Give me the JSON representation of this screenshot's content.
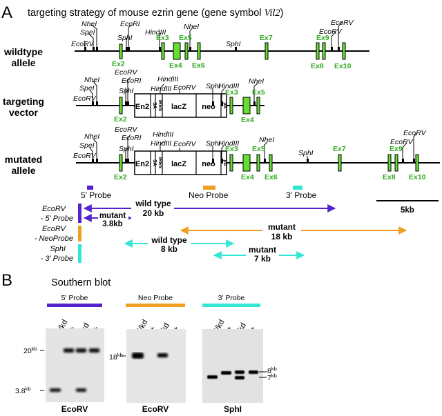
{
  "panels": {
    "a": "A",
    "b": "B"
  },
  "title": {
    "prefix": "targeting strategy of mouse ezrin gene (gene symbol ",
    "gene": "Vil2",
    "suffix": ")"
  },
  "rows": {
    "wildtype": [
      "wildtype",
      "allele"
    ],
    "targeting": [
      "targeting",
      "vector"
    ],
    "mutated": [
      "mutated",
      "allele"
    ]
  },
  "sites": {
    "ecorv": "EcoRV",
    "spei": "SpeI",
    "nhei": "NheI",
    "ecori": "EcoRI",
    "sphi": "SphI",
    "hindiii": "HindIII"
  },
  "exons": {
    "ex2": "Ex2",
    "ex3": "Ex3",
    "ex4": "Ex4",
    "ex5": "Ex5",
    "ex6": "Ex6",
    "ex7": "Ex7",
    "ex8": "Ex8",
    "ex9": "Ex9",
    "ex10": "Ex10"
  },
  "cassette": {
    "en2": "En2",
    "sa": "SA",
    "ires": "IRES",
    "lacz": "lacZ",
    "neo": "neo",
    "pa": "pA"
  },
  "probes": {
    "p5": "5' Probe",
    "neo": "Neo Probe",
    "p3": "3' Probe"
  },
  "scale": "5kb",
  "digests": {
    "d1": {
      "enzyme": "EcoRV",
      "probe": "- 5' Probe"
    },
    "d2": {
      "enzyme": "EcoRV",
      "probe": "- NeoProbe"
    },
    "d3": {
      "enzyme": "SphI",
      "probe": "- 3' Probe"
    }
  },
  "fragments": {
    "wt20": [
      "wild type",
      "20 kb"
    ],
    "mut38": [
      "mutant",
      "3.8kb"
    ],
    "mut18": [
      "mutant",
      "18 kb"
    ],
    "wt8": [
      "wild type",
      "8 kb"
    ],
    "mut7": [
      "mutant",
      "7 kb"
    ]
  },
  "blot": {
    "title": "Southern blot",
    "probes": [
      "5' Probe",
      "Neo Probe",
      "3' Probe"
    ],
    "lanes": [
      "kd/kd",
      "+/+",
      "+/kd",
      "+/+"
    ],
    "enzymes": [
      "EcoRV",
      "EcoRV",
      "SphI"
    ],
    "markers": {
      "m20": {
        "num": "20",
        "unit": "kb"
      },
      "m38": {
        "num": "3.8",
        "unit": "kb"
      },
      "m18": {
        "num": "18",
        "unit": "kb"
      },
      "m8": {
        "num": "8",
        "unit": "kb"
      },
      "m7": {
        "num": "7",
        "unit": "kb"
      }
    }
  },
  "colors": {
    "exon": "#66dd33",
    "blue": "#5522cc",
    "orange": "#f0a020",
    "cyan": "#33e6d6",
    "exonText": "#33aa22"
  }
}
